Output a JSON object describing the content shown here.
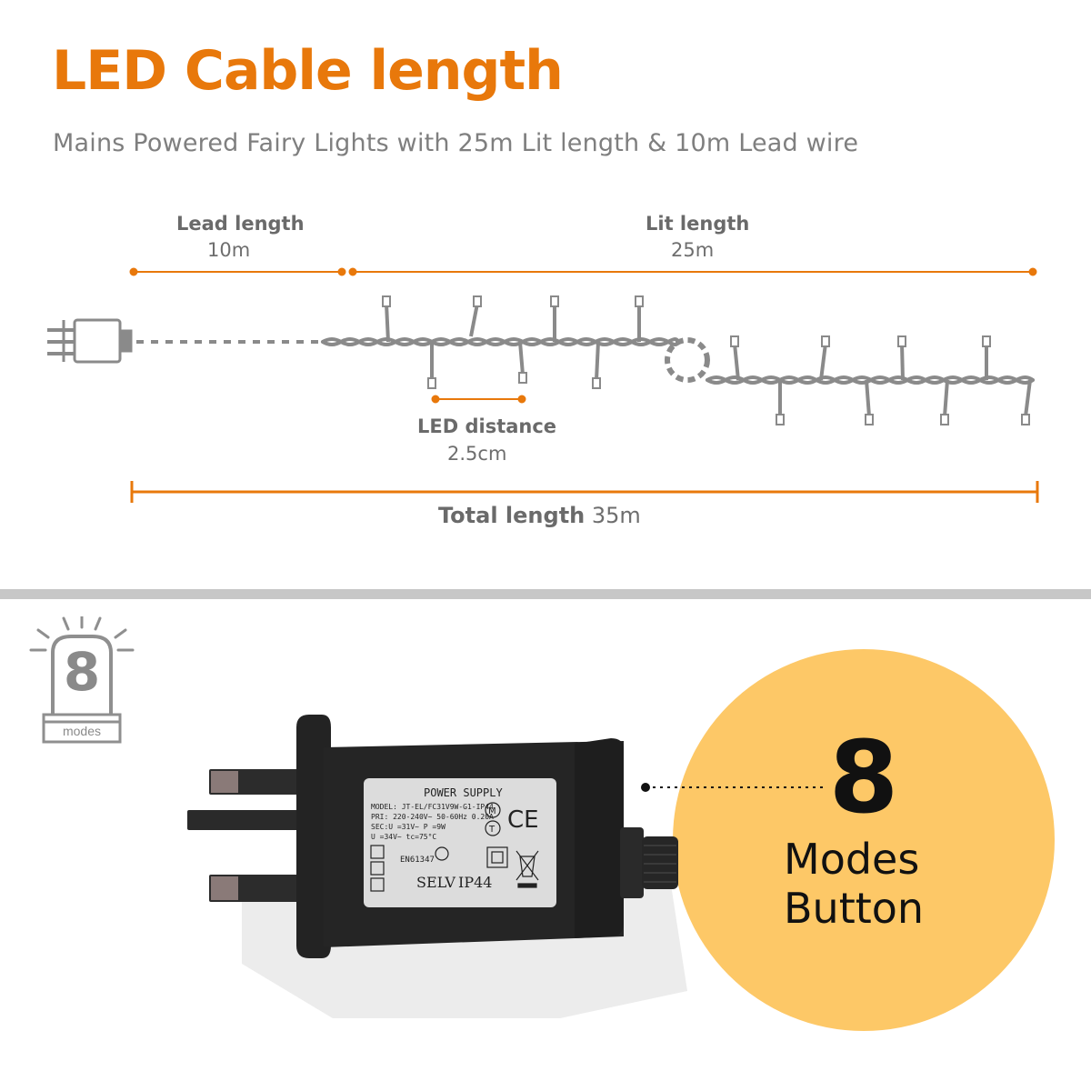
{
  "header": {
    "title": "LED Cable length",
    "subtitle": "Mains Powered Fairy Lights with 25m Lit length & 10m Lead wire"
  },
  "diagram": {
    "lead_label": "Lead length",
    "lead_value": "10m",
    "lit_label": "Lit length",
    "lit_value": "25m",
    "led_distance_label": "LED distance",
    "led_distance_value": "2.5cm",
    "total_label": "Total length",
    "total_value": "35m",
    "accent_color": "#e8780b",
    "wire_color": "#8a8a8a"
  },
  "badge": {
    "number": "8",
    "caption": "modes",
    "icon": "siren-light-icon"
  },
  "adapter_label": {
    "heading": "POWER SUPPLY",
    "model": "MODEL: JT-EL/FC31V9W-G1-IP44",
    "pri": "PRI: 220-240V~ 50-60Hz  0.20A",
    "sec": "SEC:U    =31V~     P      =9W",
    "uout": "U    =34V~             tc=75°C",
    "std": "EN61347",
    "selv": "SELV",
    "ip": "IP44",
    "m_mark": "M",
    "t_mark": "T",
    "ce_mark": "CE"
  },
  "callout": {
    "number": "8",
    "line1": "Modes",
    "line2": "Button",
    "circle_color": "#fdc867"
  }
}
